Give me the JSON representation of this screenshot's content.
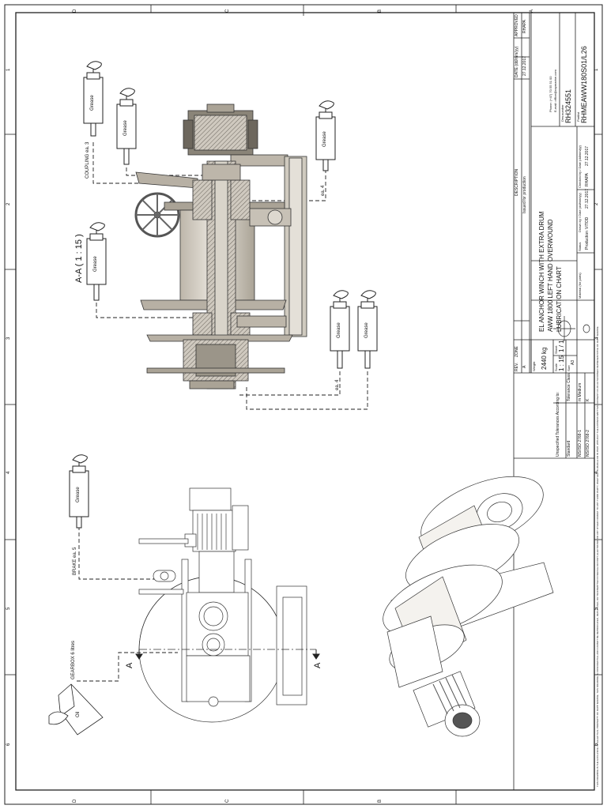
{
  "sheet": {
    "row_markers": [
      "D",
      "C",
      "B",
      "A"
    ],
    "col_markers": [
      "1",
      "2",
      "3",
      "4",
      "5",
      "6"
    ]
  },
  "section_label": "A-A ( 1 : 15 )",
  "section_cut_letter": "A",
  "callouts": {
    "grease": "Grease",
    "oil": "Oil",
    "coupling": "COUPLING ea. 3",
    "bearing_top": "ea. 4",
    "bearing_bottom": "ea. 4",
    "brake": "BRAKE ea. 5",
    "gearbox": "GEARBOX 6 litres"
  },
  "title_block": {
    "rev_header": "REV.",
    "zone_header": "ZONE",
    "description_header": "DESCRIPTION",
    "date_header": "DATE (dd/mm/yy)",
    "approved_header": "APPROVED",
    "rev": "A",
    "description": "Issued for production",
    "date": "27.12.2017",
    "approved": "RHAPA",
    "contact_phone": "Phone: (+47) 70 55 51 00",
    "contact_email": "E-mail: office@rapmarine.com",
    "title_line1": "EL ANCHOR WINCH WITH EXTRA DRUM",
    "title_line2": "AWW 1800 LEFT HAND OVERWOUND",
    "title_line3": "LUBRICATION CHART",
    "weight_label": "Weight",
    "weight": "2440 kg",
    "scale_label": "Scale",
    "scale": "1 : 15",
    "sheet_label": "Sheet",
    "sheet": "1 / 1",
    "size_label": "Size",
    "size": "A3",
    "material_label": "Material (for parts)",
    "status_label": "Status",
    "status": "Production",
    "drawn_label": "Drawn by / Date (dd/mm/yy)",
    "drawn": "VITOD",
    "drawn_date": "27.12.2017",
    "checked_label": "Checked by / Date (dd/mm/yy)",
    "checked": "RHAPA",
    "checked_date": "27.12.2017",
    "drawing_number_label": "Drw.number",
    "drawing_number": "RH324551",
    "partlist_label": "Partlist",
    "partlist": "RHMEAWW180S01/L26",
    "tolerances": "Unspecified Tolerances According to:",
    "tolerance_class": "Tolerance Class",
    "standard_label": "Standard",
    "std1": "NS/ISO 2768-1",
    "std1_class": "m  Medium",
    "std2": "NS/ISO 2768-2",
    "std2_class": "K",
    "disclaimer": "THIS DRAWING IS THE EXCLUSIVE INTELLECTUAL PROPERTY OF RAPP MARINE. THIS DRAWING IS CONFIDENTIAL AND CANNOT BE REPRODUCED, REPLICATED, OR TRANSMITTED IN WHOLE OR PART, ELECTRONIC OR ANY OTHER FORMAT TO ANY THIRD PARTY, WHETHER IN WHOLE OR IN PART, WITHOUT THE EXPRESS WRITTEN CONSENT OF AN AUTHORISED REPRESENTATIVE OF RAPP MARINE."
  },
  "colors": {
    "line": "#222222",
    "metal": "#c9c3b8",
    "metal_dark": "#8d877d",
    "hatch": "#6a655d",
    "paper": "#ffffff"
  }
}
